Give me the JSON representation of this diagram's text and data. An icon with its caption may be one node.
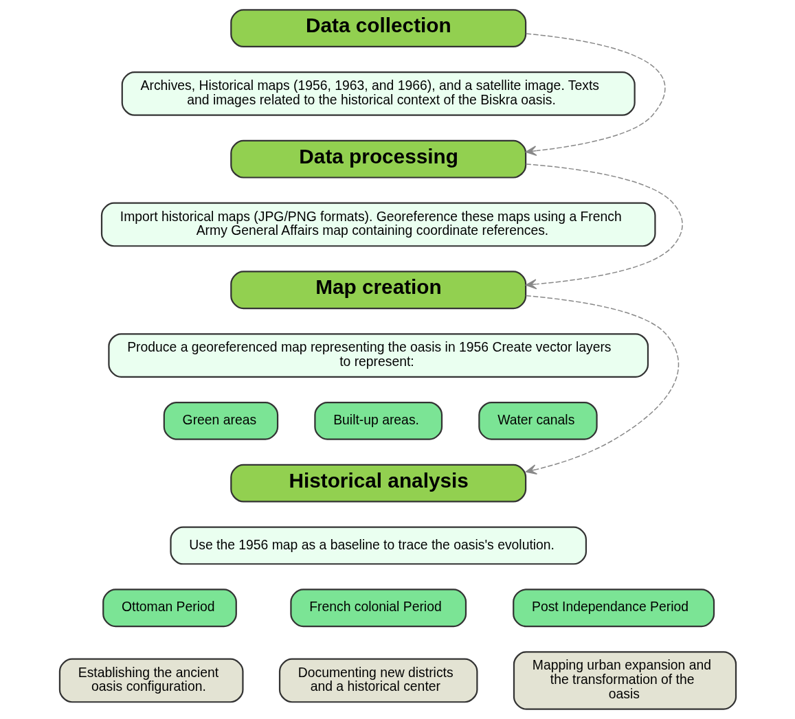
{
  "diagram": {
    "nodes": [
      {
        "text": [
          "Data collection"
        ]
      },
      {
        "text": [
          "Archives, Historical maps (1956, 1963, and 1966), and a satellite image. Texts and images related to the historical context of the Biskra oasis."
        ]
      },
      {
        "text": [
          "Data processing"
        ]
      },
      {
        "text": [
          "Import historical maps (JPG/PNG formats). Georeference these maps using a French Army General Affairs map containing coordinate references."
        ]
      },
      {
        "text": [
          "Map creation"
        ]
      },
      {
        "text": [
          "Produce a georeferenced map representing the oasis in 1956 Create vector layers to represent:"
        ]
      },
      {
        "text": [
          "Green areas"
        ]
      },
      {
        "text": [
          "Built-up areas."
        ]
      },
      {
        "text": [
          "Water canals"
        ]
      },
      {
        "text": [
          "Historical analysis"
        ]
      },
      {
        "text": [
          "Use the 1956 map as a baseline to trace the oasis's evolution."
        ]
      },
      {
        "text": [
          "Ottoman Period"
        ]
      },
      {
        "text": [
          "French colonial Period"
        ]
      },
      {
        "text": [
          "Post Independance Period"
        ]
      },
      {
        "text": [
          "Establishing the ancient oasis configuration."
        ]
      },
      {
        "text": [
          "Documenting new districts and a historical center"
        ]
      },
      {
        "text": [
          "Mapping urban expansion and the transformation of the oasis"
        ]
      }
    ],
    "edges": [
      {
        "from": 0,
        "to": 2,
        "arrow": "to",
        "style": "dashed"
      },
      {
        "from": 2,
        "to": 4,
        "arrow": "to",
        "style": "dashed"
      },
      {
        "from": 4,
        "to": 9,
        "arrow": "to",
        "style": "dashed"
      }
    ]
  }
}
